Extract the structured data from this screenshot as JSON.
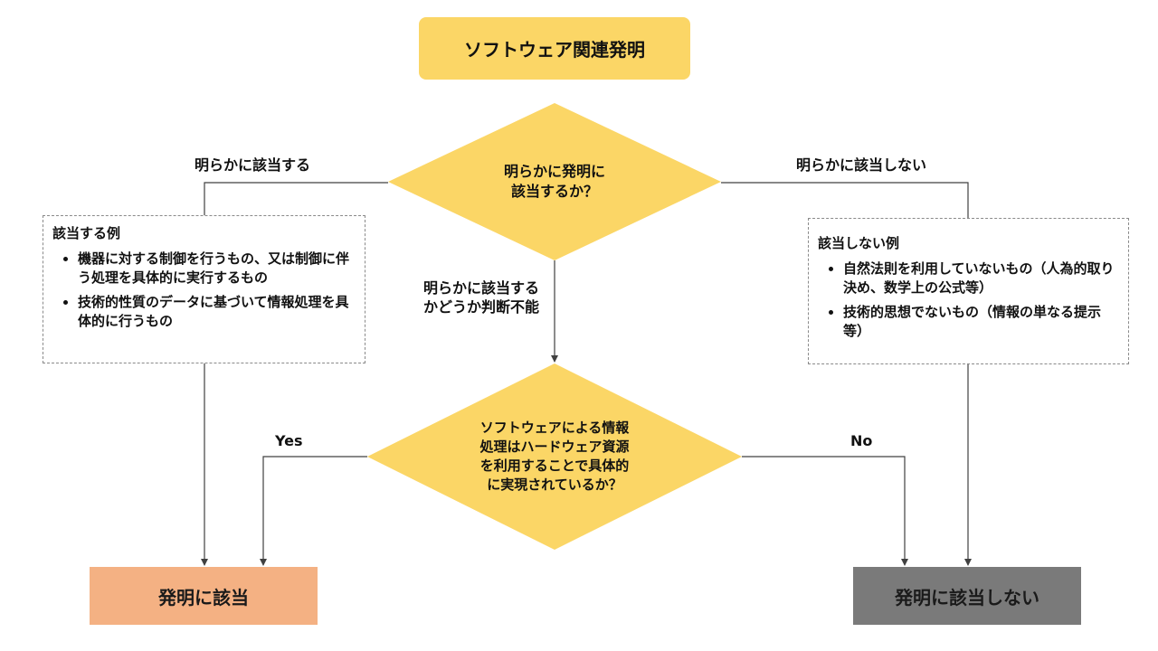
{
  "title": "ソフトウェア関連発明",
  "decision1": {
    "lines": [
      "明らかに発明に",
      "該当するか？"
    ]
  },
  "branch_left_label": "明らかに該当する",
  "branch_right_label": "明らかに該当しない",
  "branch_middle_label": [
    "明らかに該当する",
    "かどうか判断不能"
  ],
  "examples_yes": {
    "title": "該当する例",
    "items": [
      "機器に対する制御を行うもの、又は制御に伴う処理を具体的に実行するもの",
      "技術的性質のデータに基づいて情報処理を具体的に行うもの"
    ]
  },
  "examples_no": {
    "title": "該当しない例",
    "items": [
      "自然法則を利用していないもの（人為的取り決め、数学上の公式等）",
      "技術的思想でないもの（情報の単なる提示等）"
    ]
  },
  "decision2": {
    "lines": [
      "ソフトウェアによる情報",
      "処理はハードウェア資源",
      "を利用することで具体的",
      "に実現されているか？"
    ]
  },
  "yes_label": "Yes",
  "no_label": "No",
  "result_yes": "発明に該当",
  "result_no": "発明に該当しない",
  "colors": {
    "accent_yellow": "#FBD666",
    "result_yes": "#F4B183",
    "result_no": "#7A7A7A",
    "connector": "#404040"
  }
}
